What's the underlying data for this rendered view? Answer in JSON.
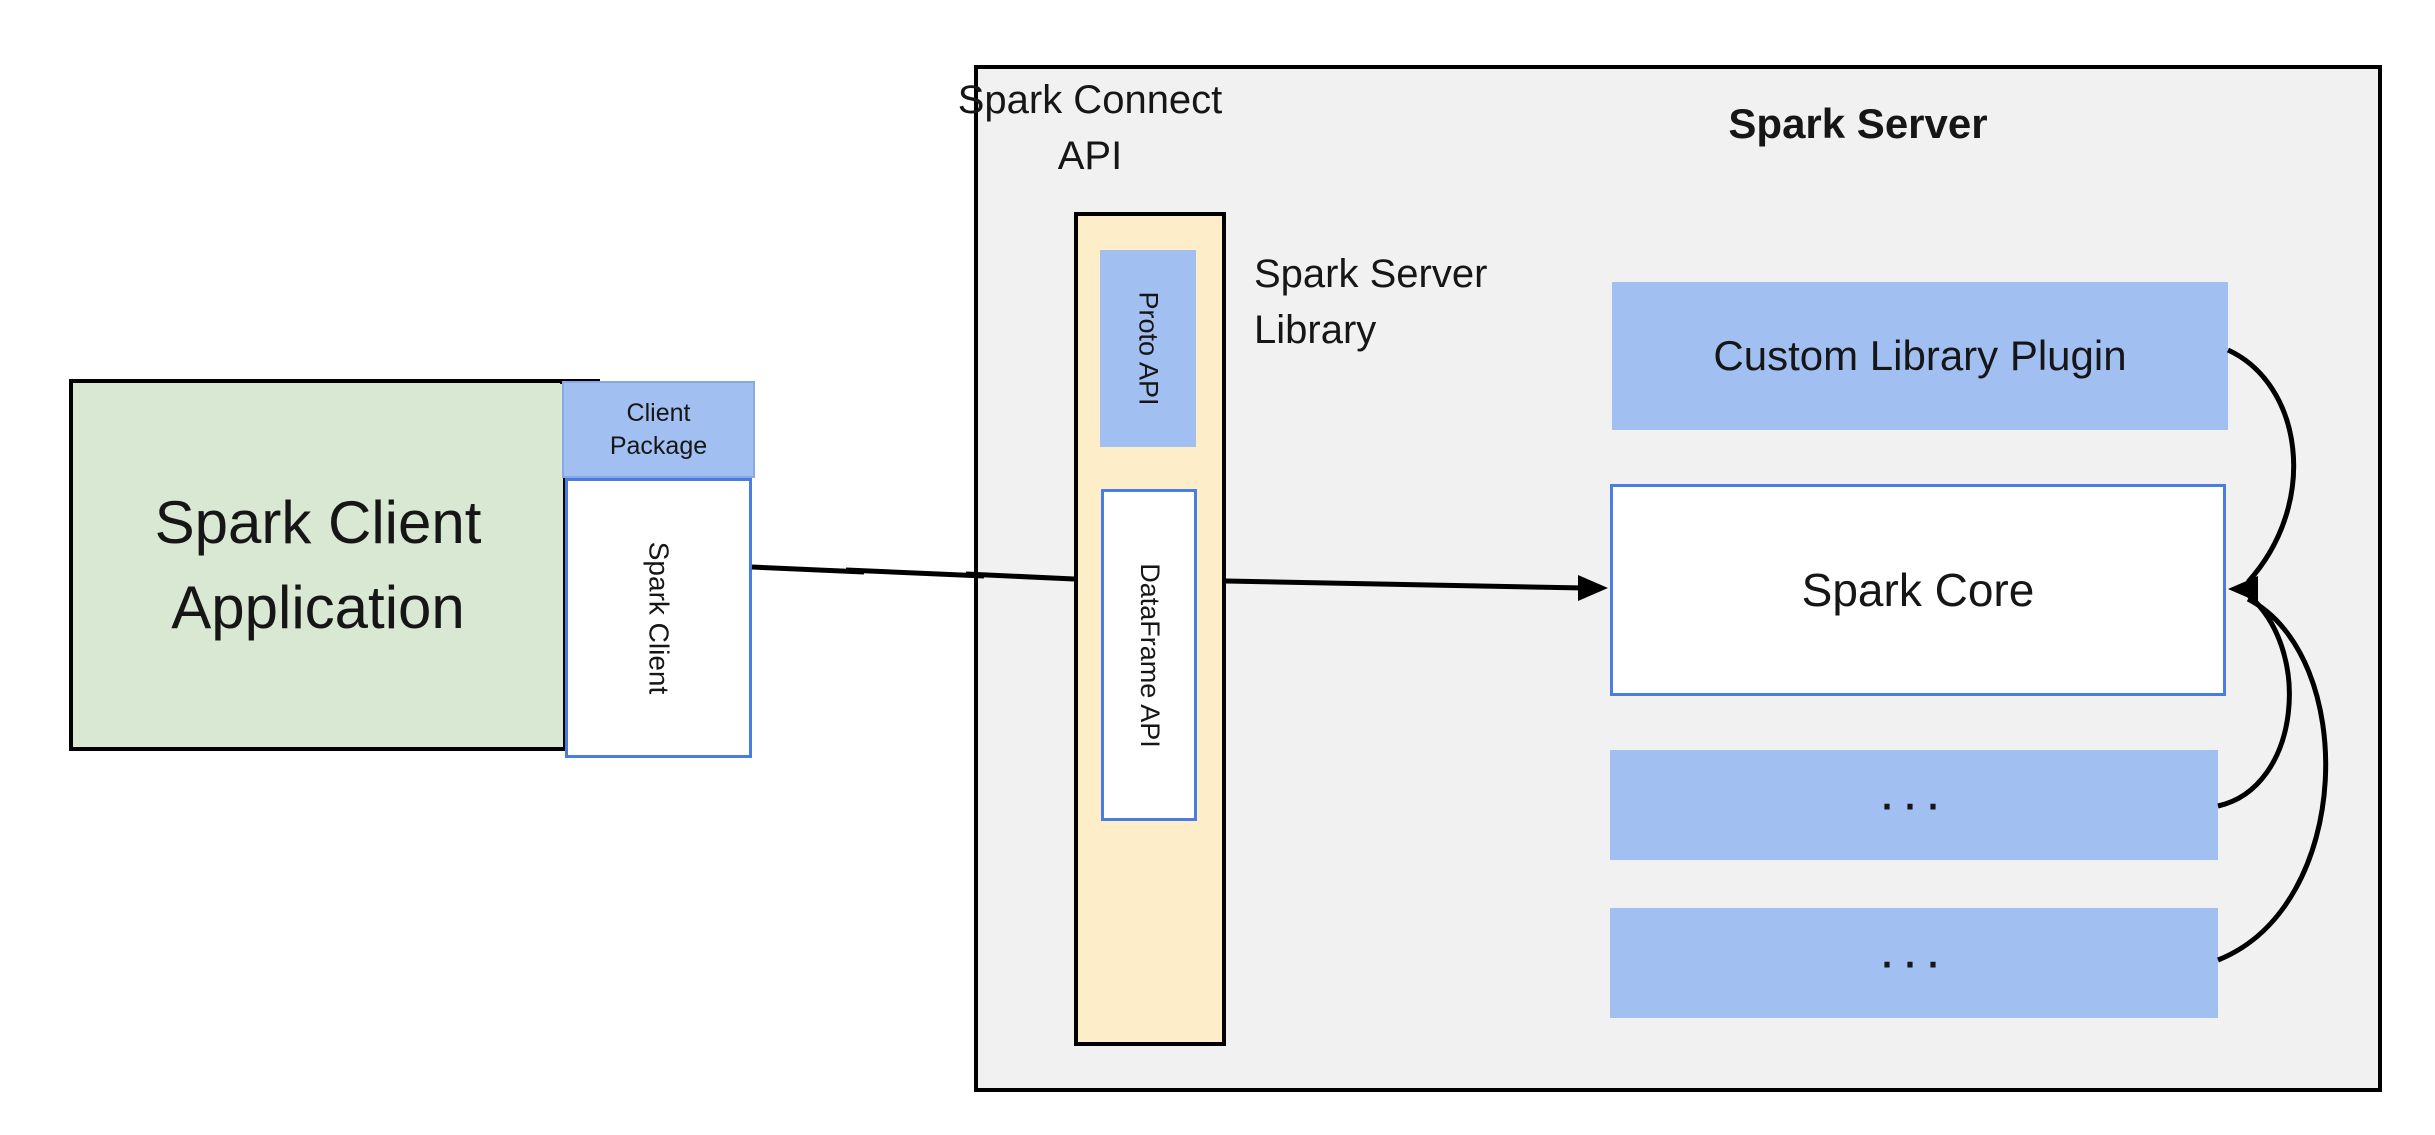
{
  "diagram": {
    "spark_client_app": {
      "line1": "Spark Client",
      "line2": "Application"
    },
    "client_package": {
      "line1": "Client",
      "line2": "Package"
    },
    "spark_client": {
      "label": "Spark Client"
    },
    "spark_connect_api": {
      "line1": "Spark Connect",
      "line2": "API"
    },
    "spark_server": {
      "title": "Spark Server"
    },
    "proto_api": {
      "label": "Proto  API"
    },
    "dataframe_api": {
      "label": "DataFrame API"
    },
    "spark_server_library": {
      "line1": "Spark Server",
      "line2": "Library"
    },
    "custom_library_plugin": {
      "label": "Custom Library Plugin"
    },
    "spark_core": {
      "label": "Spark Core"
    },
    "plugin_box_1": {
      "label": "..."
    },
    "plugin_box_2": {
      "label": "..."
    },
    "colors": {
      "client_app_fill": "#d9e8d3",
      "blue_fill": "#a2bff2",
      "connect_api_fill": "#fdeec9",
      "server_fill": "#f1f1f2",
      "blue_border": "#4a7de2",
      "outline": "#000000"
    }
  }
}
